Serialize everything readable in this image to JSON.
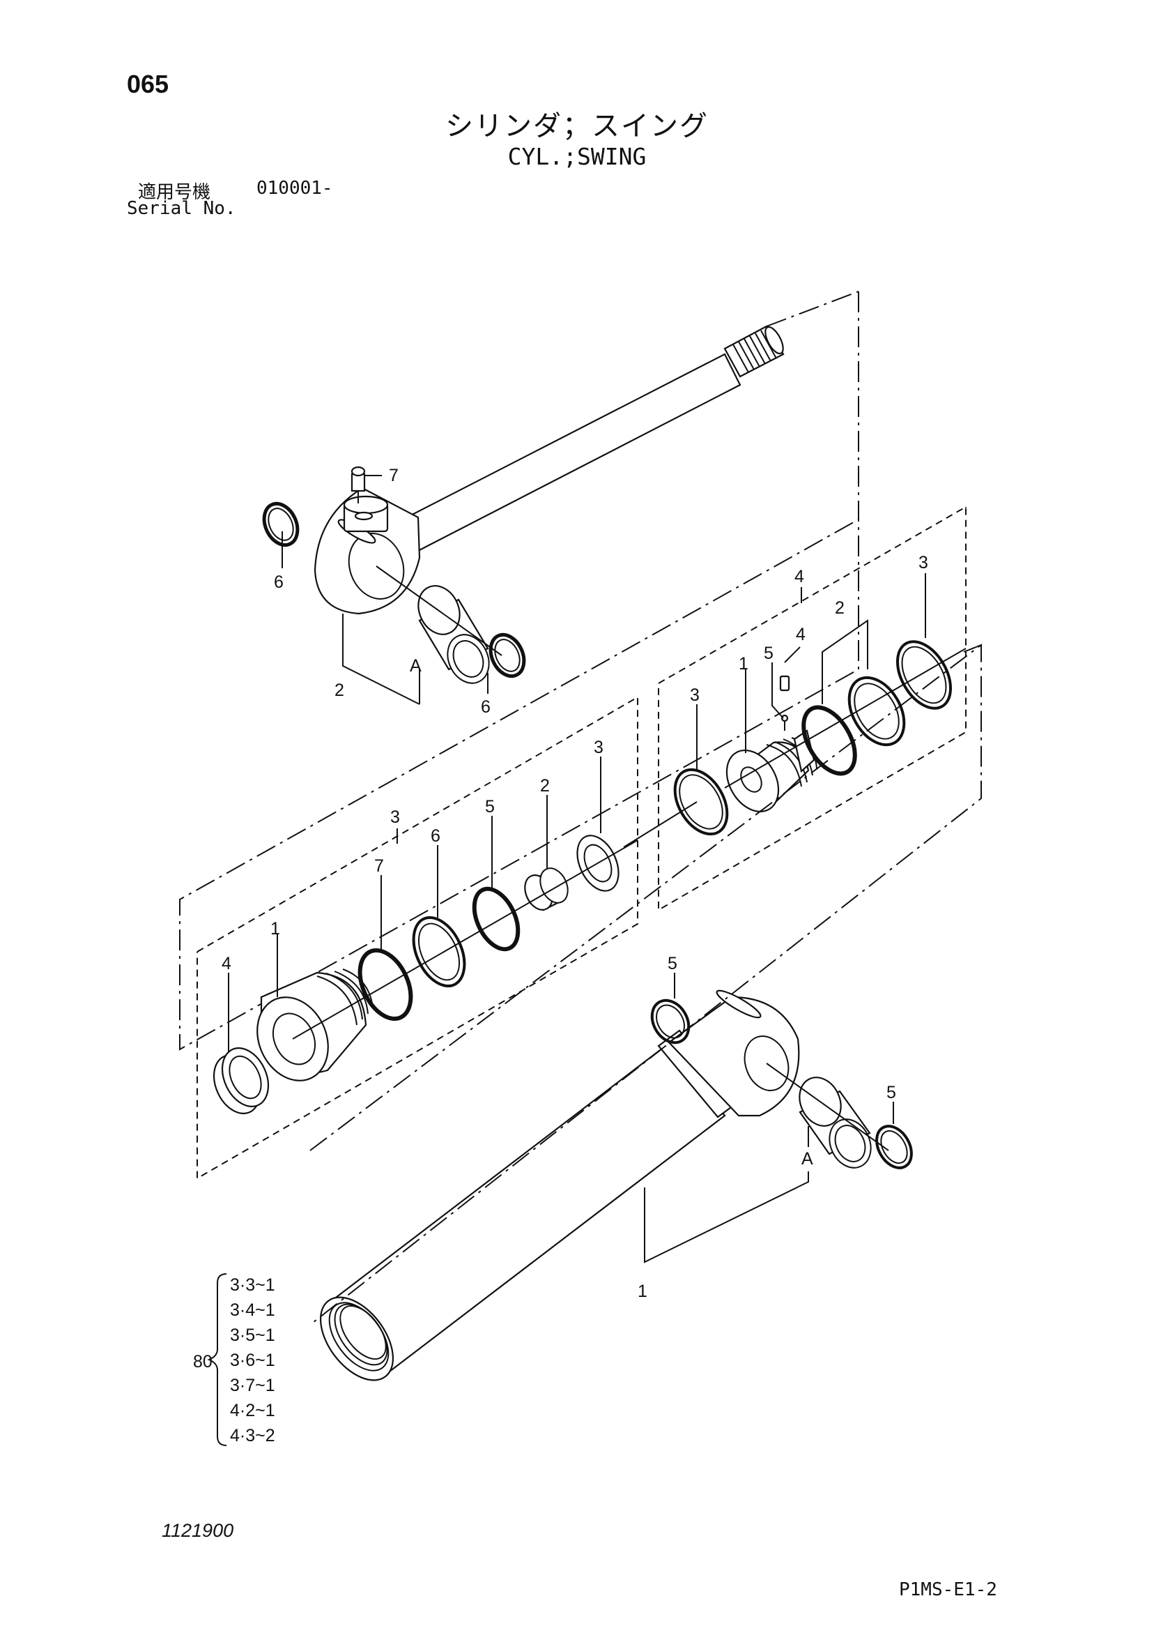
{
  "page_number": "065",
  "title_jp": "シリンダ；スイング",
  "title_en": "CYL.;SWING",
  "serial": {
    "label_jp": "適用号機",
    "value": "010001-",
    "label_en": "Serial No."
  },
  "callouts": {
    "rod": {
      "grease_fitting": "7",
      "dust_seal_left": "6",
      "bushing_group": "2",
      "bushing_a": "A",
      "dust_seal_right": "6"
    },
    "head_kit": {
      "group": "3",
      "head": "1",
      "seal": "4",
      "backup_ring": "7",
      "ring_6": "6",
      "o_ring": "5",
      "bushing": "2",
      "wiper": "3"
    },
    "piston_kit": {
      "group": "4",
      "piston": "1",
      "ring_3_left": "3",
      "set_screw": "4",
      "ball": "5",
      "wear_ring_group": "2",
      "ring_3_right": "3"
    },
    "tube": {
      "seal_top": "5",
      "bushing_a": "A",
      "seal_right": "5",
      "tube": "1"
    }
  },
  "kit_ref": {
    "qty": "80",
    "items": [
      "3·3~1",
      "3·4~1",
      "3·5~1",
      "3·6~1",
      "3·7~1",
      "4·2~1",
      "4·3~2"
    ]
  },
  "drawing_number": "1121900",
  "sheet_id": "P1MS-E1-2"
}
